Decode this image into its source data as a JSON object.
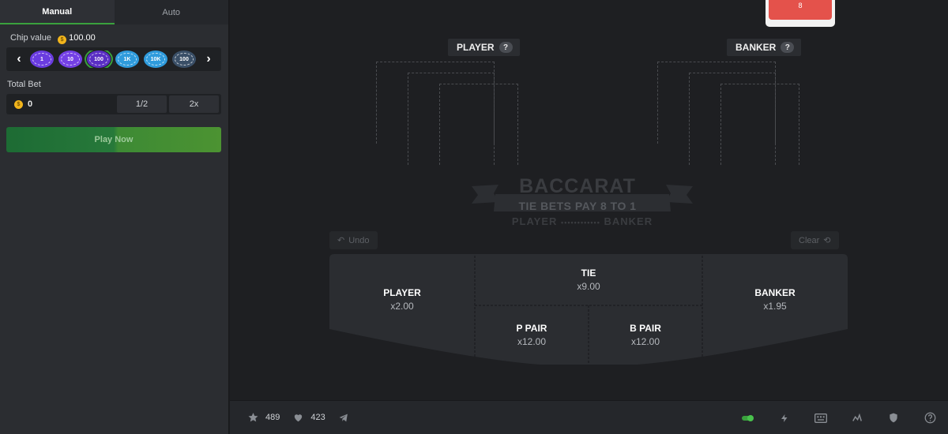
{
  "tabs": [
    {
      "label": "Manual",
      "active": true
    },
    {
      "label": "Auto",
      "active": false
    }
  ],
  "chip_value": {
    "label": "Chip value",
    "amount": "100.00"
  },
  "chips": [
    {
      "label": "1",
      "color": "#6a3ce0"
    },
    {
      "label": "10",
      "color": "#7440e6"
    },
    {
      "label": "100",
      "color": "#5a2fc4",
      "selected": true
    },
    {
      "label": "1K",
      "color": "#2f9bdc"
    },
    {
      "label": "10K",
      "color": "#2f9bdc"
    },
    {
      "label": "100",
      "color": "#3a4f67"
    }
  ],
  "total_bet": {
    "label": "Total Bet",
    "amount": "0",
    "half_label": "1/2",
    "double_label": "2x"
  },
  "play_button": "Play Now",
  "table": {
    "player_tag": "PLAYER",
    "banker_tag": "BANKER",
    "help": "?",
    "card_peek": "8",
    "logo_title": "BACCARAT",
    "logo_banner": "TIE BETS PAY 8 TO 1",
    "logo_player": "PLAYER",
    "logo_dots": "••••••••••••",
    "logo_banker": "BANKER",
    "undo": "Undo",
    "clear": "Clear"
  },
  "bets": {
    "player": {
      "name": "PLAYER",
      "mult": "x2.00"
    },
    "tie": {
      "name": "TIE",
      "mult": "x9.00"
    },
    "banker": {
      "name": "BANKER",
      "mult": "x1.95"
    },
    "p_pair": {
      "name": "P PAIR",
      "mult": "x12.00"
    },
    "b_pair": {
      "name": "B PAIR",
      "mult": "x12.00"
    }
  },
  "footer": {
    "favorites": "489",
    "likes": "423"
  },
  "colors": {
    "accent": "#3aa13d",
    "chip_selected": "#3aa13d"
  }
}
